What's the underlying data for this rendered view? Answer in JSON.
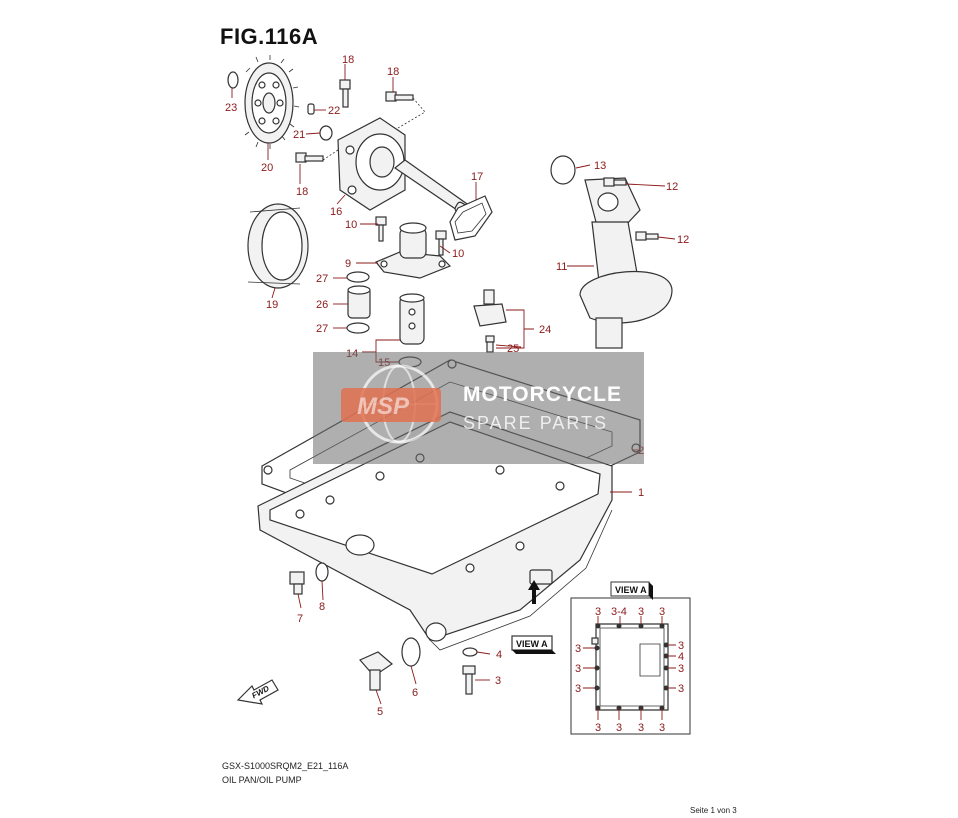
{
  "figure": {
    "title": "FIG.116A",
    "code": "GSX-S1000SRQM2_E21_116A",
    "name": "OIL PAN/OIL PUMP"
  },
  "page": {
    "label": "Seite 1 von 3"
  },
  "watermark": {
    "logo_text": "MSP",
    "title": "MOTORCYCLE",
    "subtitle": "SPARE PARTS"
  },
  "view_labels": {
    "view_box_title": "VIEW A",
    "arrow_label": "VIEW A",
    "fwd": "FWD"
  },
  "callouts": {
    "c1": "1",
    "c2": "2",
    "c3": "3",
    "c4": "4",
    "c5": "5",
    "c6": "6",
    "c7": "7",
    "c8": "8",
    "c9": "9",
    "c10a": "10",
    "c10b": "10",
    "c11": "11",
    "c12a": "12",
    "c12b": "12",
    "c13": "13",
    "c14": "14",
    "c15": "15",
    "c16": "16",
    "c17": "17",
    "c18a": "18",
    "c18b": "18",
    "c18c": "18",
    "c19": "19",
    "c20": "20",
    "c21": "21",
    "c22": "22",
    "c23": "23",
    "c24": "24",
    "c25": "25",
    "c26": "26",
    "c27a": "27",
    "c27b": "27"
  },
  "view_callouts": {
    "top1": "3",
    "top2": "3-4",
    "top3": "3",
    "top4": "3",
    "left1": "3",
    "left2": "3",
    "left3": "3",
    "right1": "3",
    "right2": "4",
    "right3": "3",
    "right4": "3",
    "bot1": "3",
    "bot2": "3",
    "bot3": "3",
    "bot4": "3"
  },
  "colors": {
    "callout": "#8b1a1a",
    "line": "#333333",
    "watermark_accent": "#e07050"
  }
}
